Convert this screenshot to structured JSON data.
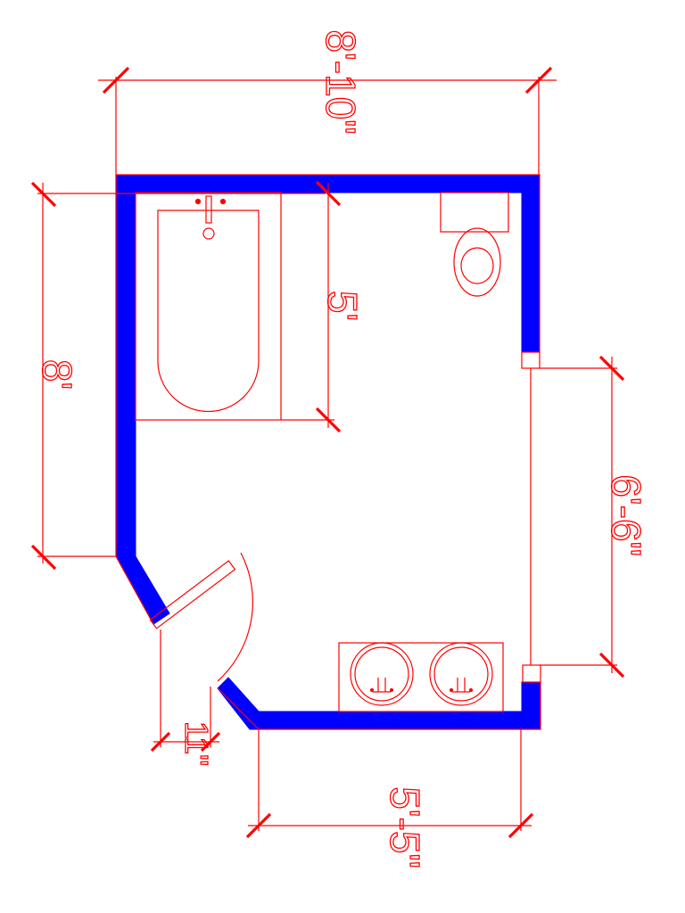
{
  "colors": {
    "line": "#ff0000",
    "wall": "#0000ff",
    "background": "#ffffff"
  },
  "dimensions": {
    "top_width": "8'-10\"",
    "left_length": "8'",
    "tub_length": "5'",
    "right_opening": "6'-6\"",
    "bottom_width": "5'-5\"",
    "door_gap": "11\""
  },
  "fixtures": [
    "bathtub",
    "toilet",
    "double-vanity",
    "door"
  ]
}
